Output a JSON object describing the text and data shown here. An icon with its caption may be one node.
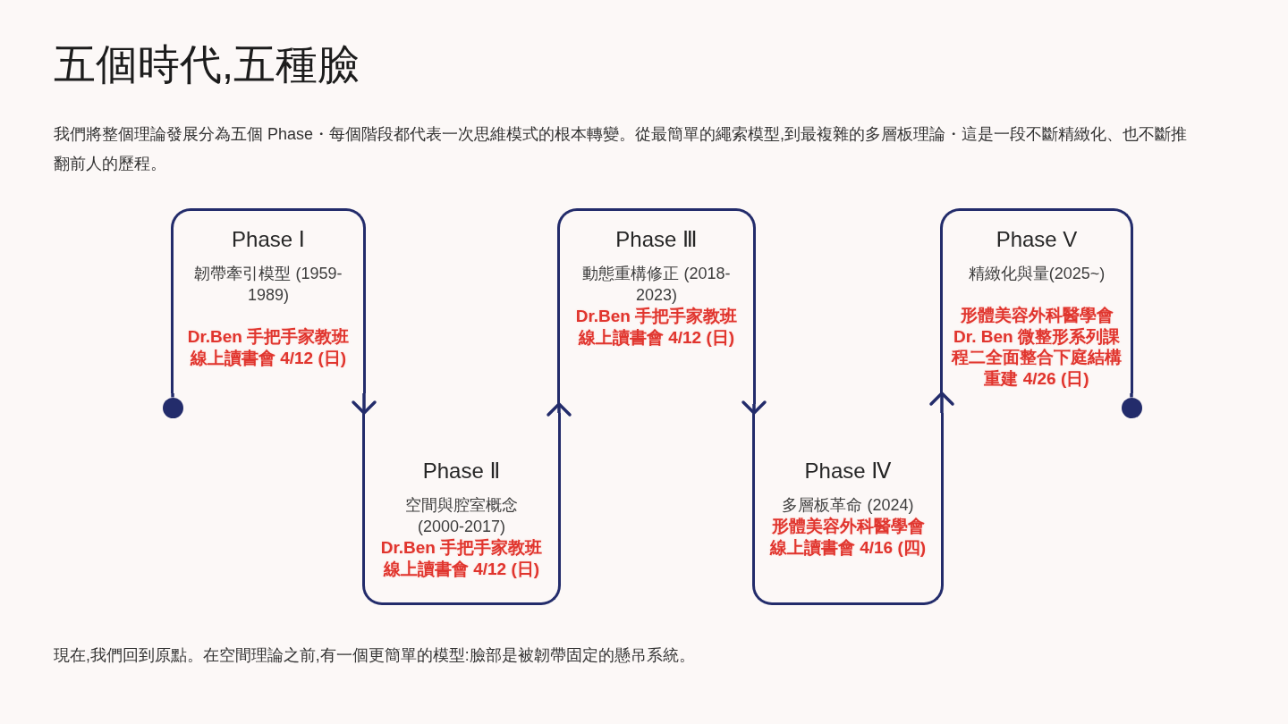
{
  "diagram": {
    "title": "五個時代,五種臉",
    "nodes": [
      {
        "text": [
          "Phase Ⅰ",
          "韌帶牽引模型 (1959-1989)",
          "Dr.Ben 手把手家教班線上讀書會 4/12 (日)"
        ]
      },
      {
        "text": [
          "Phase Ⅱ",
          "空間與腔室概念 (2000-2017)",
          "Dr.Ben 手把手家教班線上讀書會 4/12 (日)"
        ]
      },
      {
        "text": [
          "Phase Ⅲ",
          "動態重構修正 (2018-2023)",
          "Dr.Ben 手把手家教班線上讀書會 4/12 (日)"
        ]
      },
      {
        "text": [
          "Phase Ⅳ",
          "多層板革命 (2024)",
          "形體美容外科醫學會線上讀書會 4/16 (四)"
        ]
      },
      {
        "text": [
          "Phase V",
          "精緻化與量(2025~)",
          "形體美容外科醫學會 Dr. Ben 微整形系列課程二全面整合下庭結構重建 4/26 (日)"
        ]
      },
      {
        "text": [],
        "shape": "circle"
      },
      {
        "text": [],
        "shape": "circle"
      }
    ],
    "edges": [
      {
        "from": 5,
        "to": 0,
        "arrow": "none"
      },
      {
        "from": 0,
        "to": 1,
        "arrow": "to"
      },
      {
        "from": 1,
        "to": 2,
        "arrow": "to"
      },
      {
        "from": 2,
        "to": 3,
        "arrow": "to"
      },
      {
        "from": 3,
        "to": 4,
        "arrow": "to"
      },
      {
        "from": 4,
        "to": 6,
        "arrow": "none"
      }
    ],
    "labels": [
      "我們將整個理論發展分為五個 Phase・每個階段都代表一次思維模式的根本轉變。從最簡單的繩索模型,到最複雜的多層板理論・這是一段不斷精緻化、也不斷推翻前人的歷程。",
      "現在,我們回到原點。在空間理論之前,有一個更簡單的模型:臉部是被韌帶固定的懸吊系統。"
    ]
  }
}
